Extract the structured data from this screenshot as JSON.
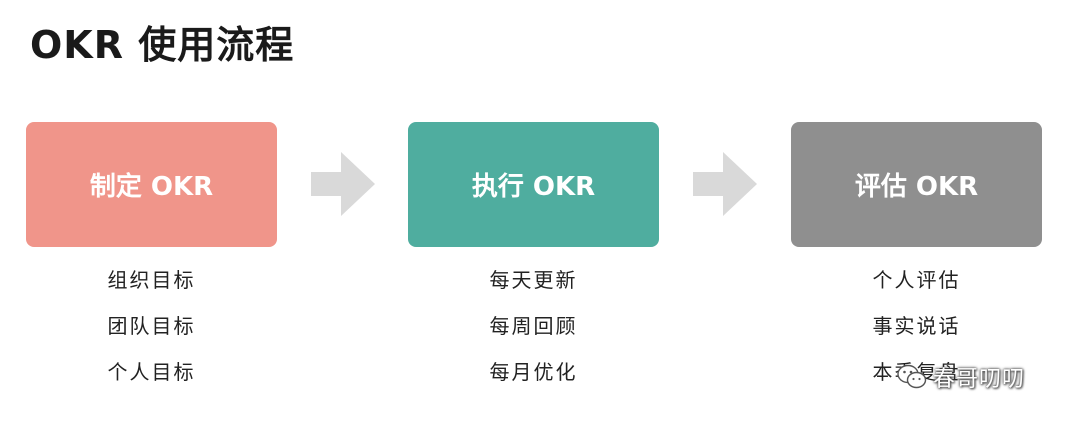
{
  "title": "OKR 使用流程",
  "colors": {
    "step1": "#f0958a",
    "step2": "#4fad9f",
    "step3": "#8f8f8f",
    "arrow": "#d9d9d9"
  },
  "steps": [
    {
      "label": "制定 OKR",
      "items": [
        "组织目标",
        "团队目标",
        "个人目标"
      ]
    },
    {
      "label": "执行 OKR",
      "items": [
        "每天更新",
        "每周回顾",
        "每月优化"
      ]
    },
    {
      "label": "评估 OKR",
      "items": [
        "个人评估",
        "事实说话",
        "本季复盘"
      ]
    }
  ],
  "arrows": [
    {
      "icon": "right-arrow-icon"
    },
    {
      "icon": "right-arrow-icon"
    }
  ],
  "watermark": {
    "icon": "wechat-icon",
    "text": "春哥叨叨"
  }
}
